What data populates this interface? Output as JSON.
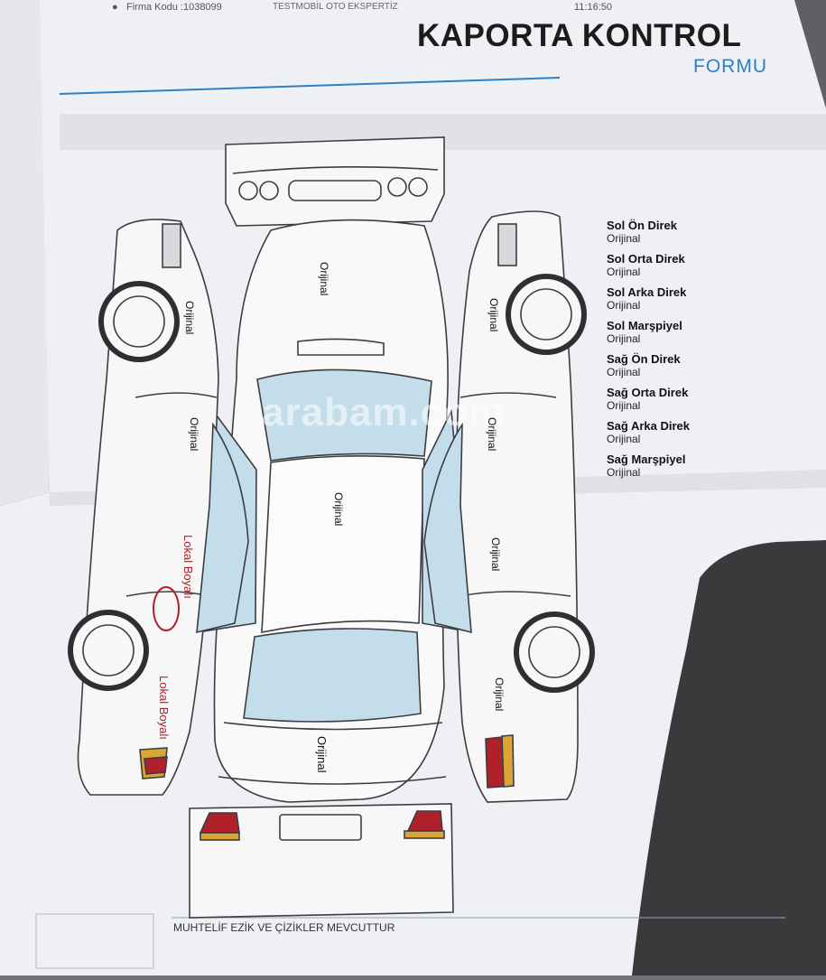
{
  "header": {
    "firm_code": "Firma Kodu :1038099",
    "company": "TESTMOBİL OTO EKSPERTİZ",
    "time": "11:16:50"
  },
  "form": {
    "title": "KAPORTA KONTROL",
    "subtitle": "FORMU"
  },
  "watermark": "arabam.com",
  "parts": [
    {
      "name": "Sol Ön Direk",
      "status": "Orijinal"
    },
    {
      "name": "Sol Orta Direk",
      "status": "Orijinal"
    },
    {
      "name": "Sol Arka Direk",
      "status": "Orijinal"
    },
    {
      "name": "Sol Marşpiyel",
      "status": "Orijinal"
    },
    {
      "name": "Sağ Ön Direk",
      "status": "Orijinal"
    },
    {
      "name": "Sağ Orta Direk",
      "status": "Orijinal"
    },
    {
      "name": "Sağ Arka Direk",
      "status": "Orijinal"
    },
    {
      "name": "Sağ Marşpiyel",
      "status": "Orijinal"
    }
  ],
  "diagram": {
    "hood": "Orijinal",
    "roof": "Orijinal",
    "trunk": "Orijinal",
    "left_front_fender": "Orijinal",
    "left_front_door": "Orijinal",
    "left_rear_door": "Lokal Boyalı",
    "left_rear_fender": "Lokal Boyalı",
    "right_front_fender": "Orijinal",
    "right_front_door": "Orijinal",
    "right_rear_door": "Orijinal",
    "right_rear_fender": "Orijinal"
  },
  "footer": {
    "note": "MUHTELİF EZİK VE ÇİZİKLER MEVCUTTUR"
  },
  "colors": {
    "accent": "#2f7fc4",
    "glass": "#c3deea",
    "painted_mark": "#b0202a",
    "paper": "#f3f4f6"
  }
}
